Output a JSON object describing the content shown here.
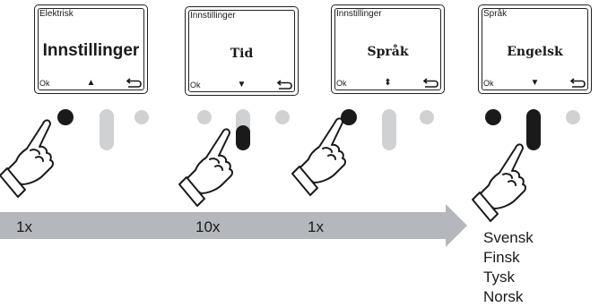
{
  "screens": [
    {
      "header": "Elektrisk",
      "main": "Innstillinger",
      "ok": "Ok",
      "nav": "▲"
    },
    {
      "header": "Innstillinger",
      "main": "Tid",
      "ok": "Ok",
      "nav": "▼"
    },
    {
      "header": "Innstillinger",
      "main": "Språk",
      "ok": "Ok",
      "nav": "⬍"
    },
    {
      "header": "Språk",
      "main": "Engelsk",
      "ok": "Ok",
      "nav": "▼"
    }
  ],
  "press_counts": [
    "1x",
    "10x",
    "1x"
  ],
  "languages": [
    "Svensk",
    "Finsk",
    "Tysk",
    "Norsk"
  ],
  "colors": {
    "arrow": "#b4b7bb",
    "pressed": "#1a1a1a",
    "idle": "#cfd1d3"
  }
}
